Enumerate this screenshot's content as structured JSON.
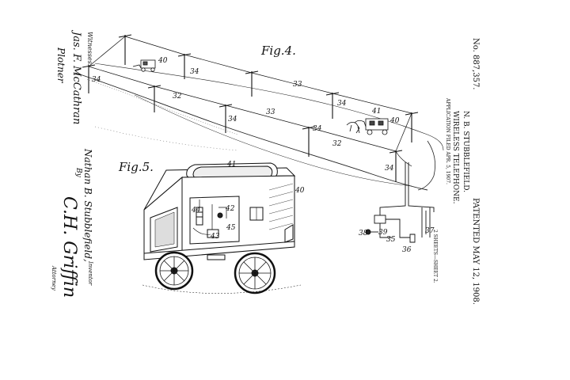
{
  "header": {
    "patent_no": "No. 887,357.",
    "patented": "PATENTED MAY 12, 1908.",
    "inventor_short": "N. B. STUBBLEFIELD.",
    "title": "WIRELESS TELEPHONE.",
    "filed": "APPLICATION FILED APR. 5, 1907.",
    "sheets": "2 SHEETS—SHEET 2."
  },
  "figures": {
    "fig4": "Fig.4.",
    "fig5": "Fig.5."
  },
  "witnesses": {
    "label": "Witnesses:",
    "sig1": "Jas. F. McCathran",
    "sig2": "Plotner"
  },
  "inventor": {
    "name": "Nathan B. Stubblefield,",
    "role": "Inventor",
    "by": "By",
    "attorney_sig": "C.H. Griffin",
    "attorney_role": "Attorney"
  },
  "ref_numerals": {
    "n34": "34",
    "n40": "40",
    "n33": "33",
    "n32": "32",
    "n41": "41",
    "n42": "42",
    "n43": "43",
    "n44": "44",
    "n45": "45",
    "n35": "35",
    "n36": "36",
    "n37": "37",
    "n38": "38",
    "n39": "39"
  }
}
